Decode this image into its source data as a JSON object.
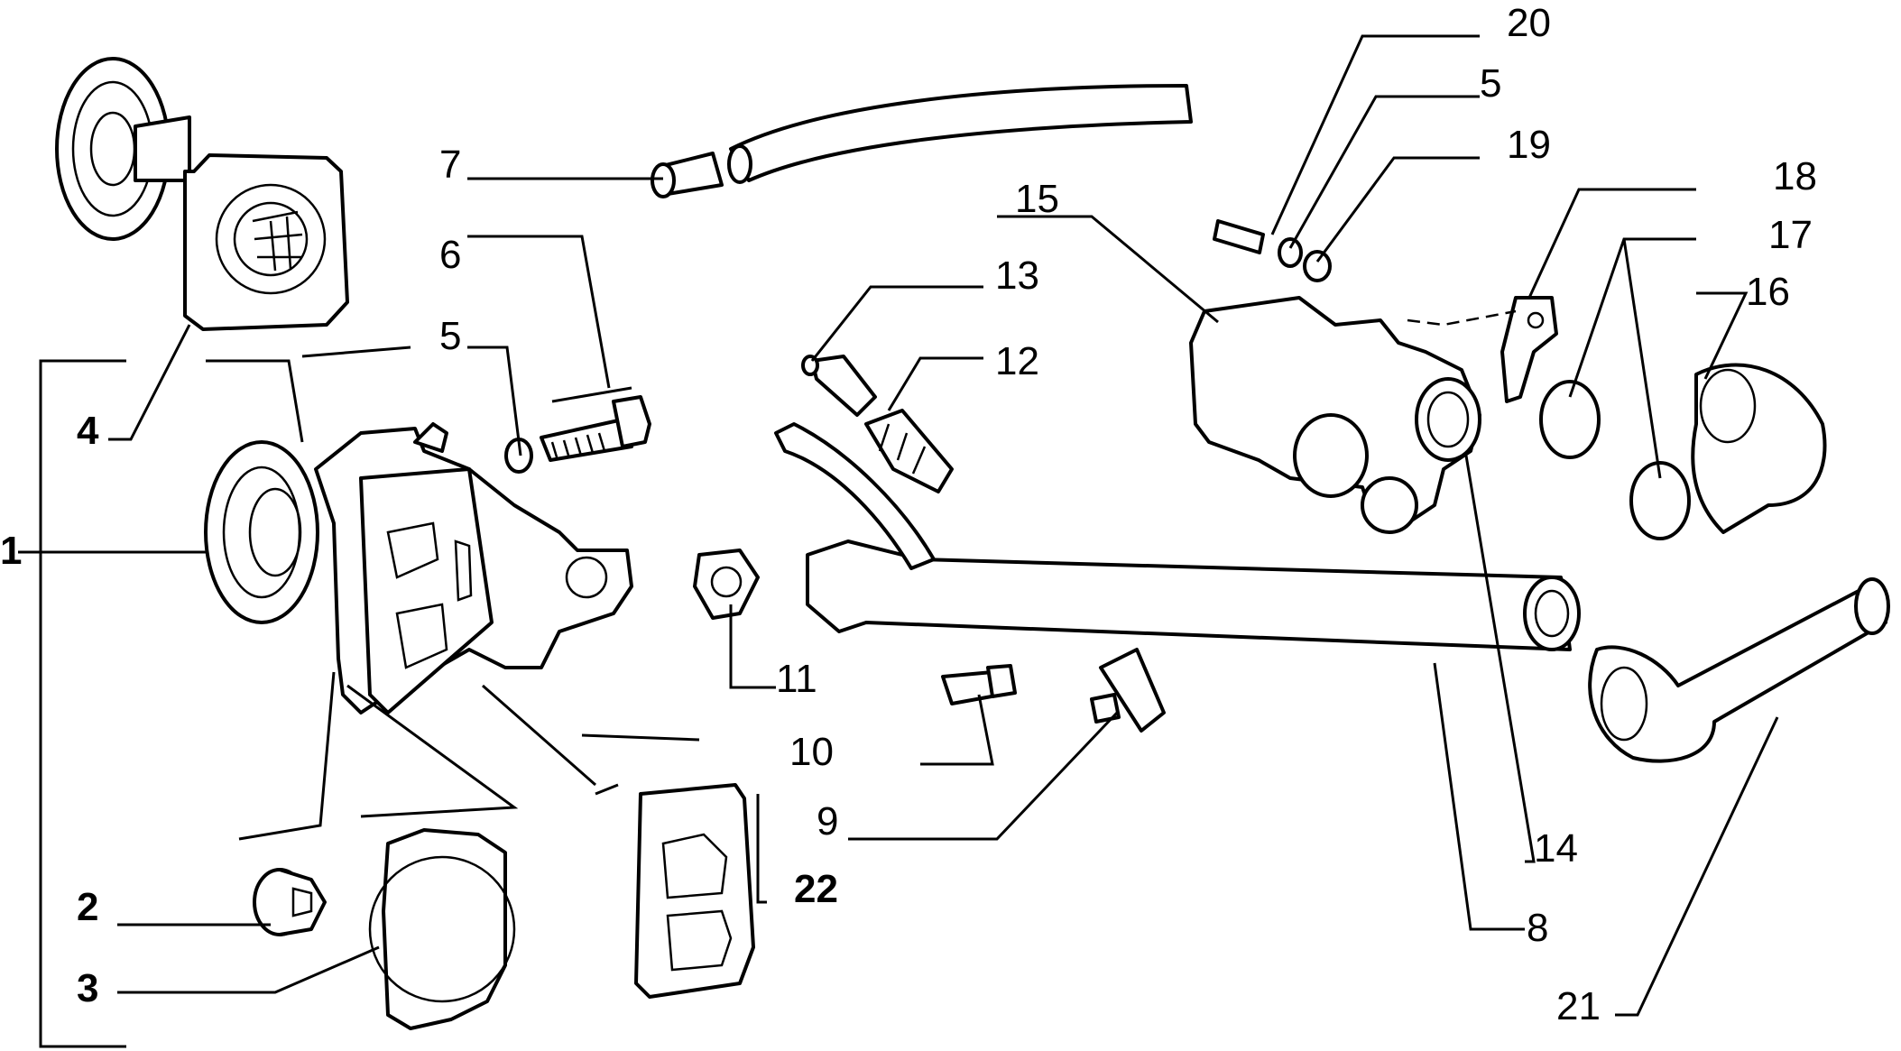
{
  "labels": {
    "p1": "1",
    "p2": "2",
    "p3": "3",
    "p4": "4",
    "p5a": "5",
    "p5b": "5",
    "p6": "6",
    "p7": "7",
    "p8": "8",
    "p9": "9",
    "p10": "10",
    "p11": "11",
    "p12": "12",
    "p13": "13",
    "p14": "14",
    "p15": "15",
    "p16": "16",
    "p17": "17",
    "p18": "18",
    "p19": "19",
    "p20": "20",
    "p21": "21",
    "p22": "22"
  }
}
